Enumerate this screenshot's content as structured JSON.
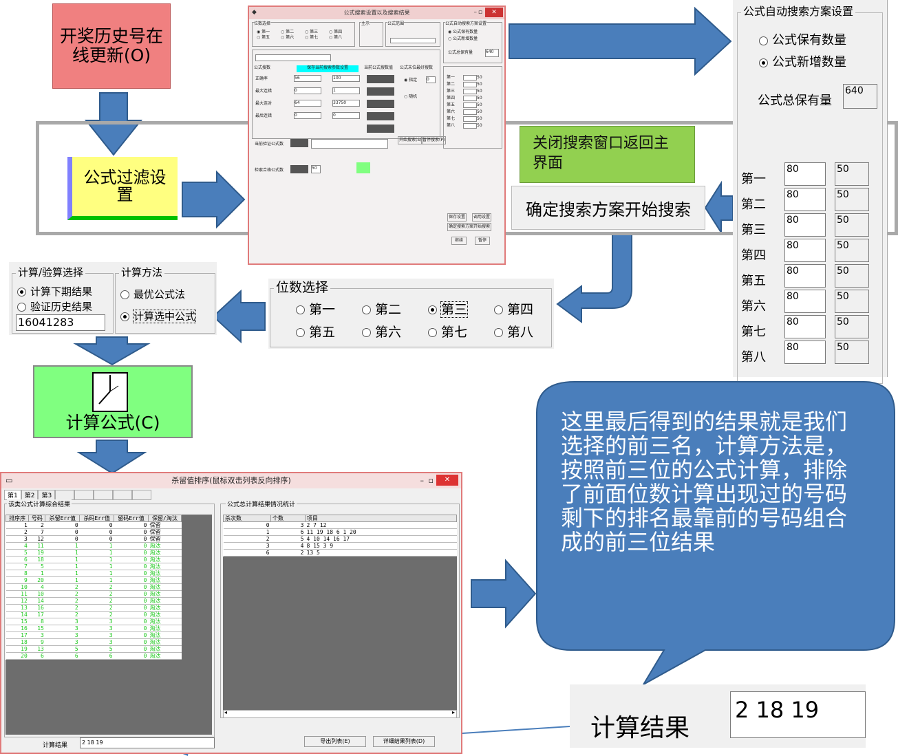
{
  "update_box": {
    "label": "开奖历史号在线更新(O)",
    "color": "#f08080"
  },
  "filter_box": {
    "label": "公式过滤设置",
    "color": "#ffff80"
  },
  "close_note": {
    "label": "关闭搜索窗口返回主界面",
    "color": "#92d050"
  },
  "confirm_button": {
    "label": "确定搜索方案开始搜索"
  },
  "compute_button": {
    "label": "计算公式(C)",
    "color": "#80ff80"
  },
  "search_window": {
    "title": "公式搜索设置以及搜索结果",
    "pos_group": "位数选择",
    "pos_options": [
      "第一",
      "第二",
      "第三",
      "第四",
      "第五",
      "第六",
      "第七",
      "第八"
    ],
    "lead_group": "主示",
    "formula_group": "公式范围",
    "param_label": "公式搜数",
    "col1_header": "保存当前搜索参数设置",
    "col2_header": "当前公式搜数值",
    "col3_header": "公式末位最好搜数",
    "rows": [
      {
        "label": "正确率",
        "from": "56",
        "to": "100"
      },
      {
        "label": "最大连错",
        "from": "0",
        "to": "1"
      },
      {
        "label": "最大连对",
        "from": "64",
        "to": "33750"
      },
      {
        "label": "最后连错",
        "from": "0",
        "to": "0"
      }
    ],
    "mode_fixed": "指定",
    "mode_fixed_val": "0",
    "mode_random": "随机",
    "auto_group": "公式自动搜索方案设置",
    "auto_keep": "公式保有数量",
    "auto_new": "公式新增数量",
    "auto_total_label": "公式总保有量",
    "auto_total_value": "640",
    "list_labels": [
      "第一",
      "第二",
      "第三",
      "第四",
      "第五",
      "第六",
      "第七",
      "第八"
    ],
    "list_values": [
      "50",
      "50",
      "50",
      "50",
      "50",
      "50",
      "50",
      "50"
    ],
    "current_count_label": "当前验证公式数",
    "check_count_label": "检索合格公式数",
    "check_count_value": "50",
    "start_btn": "开始搜索(S)",
    "pause_btn": "暂停搜索(P)",
    "save_btn": "保存设置",
    "restore_btn": "调用设置",
    "confirm_btn": "确定搜索方案开始搜索",
    "continue_btn": "继续",
    "stop_btn": "暂停"
  },
  "auto_panel": {
    "title": "公式自动搜索方案设置",
    "opt_keep": "公式保有数量",
    "opt_new": "公式新增数量",
    "total_label": "公式总保有量",
    "total_value": "640",
    "rows": [
      {
        "label": "第一",
        "a": "80",
        "b": "50"
      },
      {
        "label": "第二",
        "a": "80",
        "b": "50"
      },
      {
        "label": "第三",
        "a": "80",
        "b": "50"
      },
      {
        "label": "第四",
        "a": "80",
        "b": "50"
      },
      {
        "label": "第五",
        "a": "80",
        "b": "50"
      },
      {
        "label": "第六",
        "a": "80",
        "b": "50"
      },
      {
        "label": "第七",
        "a": "80",
        "b": "50"
      },
      {
        "label": "第八",
        "a": "80",
        "b": "50"
      }
    ]
  },
  "calc_panel": {
    "group1": "计算/验算选择",
    "opt_next": "计算下期结果",
    "opt_verify": "验证历史结果",
    "period": "16041283",
    "group2": "计算方法",
    "opt_best": "最优公式法",
    "opt_selected": "计算选中公式"
  },
  "position_panel": {
    "title": "位数选择",
    "options": [
      "第一",
      "第二",
      "第三",
      "第四",
      "第五",
      "第六",
      "第七",
      "第八"
    ],
    "selected": "第三"
  },
  "bubble": {
    "text": "这里最后得到的结果就是我们选择的前三名，计算方法是，按照前三位的公式计算，排除了前面位数计算出现过的号码剩下的排名最靠前的号码组合成的前三位结果",
    "color": "#4a7ebb"
  },
  "result_zoom": {
    "label": "计算结果",
    "value": "2 18 19"
  },
  "result_window": {
    "title": "杀留值排序(鼠标双击列表反向排序)",
    "tabs": [
      "第1",
      "第2",
      "第3"
    ],
    "left_group": "该类公式计算综合结果",
    "left_headers": [
      "排序序",
      "号码",
      "杀留Err值",
      "杀码Err值",
      "留码Err值",
      "保留/淘汰"
    ],
    "left_rows": [
      [
        "1",
        "2",
        "0",
        "0",
        "0",
        "保留"
      ],
      [
        "2",
        "7",
        "0",
        "0",
        "0",
        "保留"
      ],
      [
        "3",
        "12",
        "0",
        "0",
        "0",
        "保留"
      ],
      [
        "4",
        "11",
        "1",
        "1",
        "0",
        "淘汰"
      ],
      [
        "5",
        "19",
        "1",
        "1",
        "0",
        "淘汰"
      ],
      [
        "6",
        "18",
        "1",
        "1",
        "0",
        "淘汰"
      ],
      [
        "7",
        "5",
        "1",
        "1",
        "0",
        "淘汰"
      ],
      [
        "8",
        "1",
        "1",
        "1",
        "0",
        "淘汰"
      ],
      [
        "9",
        "20",
        "1",
        "1",
        "0",
        "淘汰"
      ],
      [
        "10",
        "4",
        "2",
        "2",
        "0",
        "淘汰"
      ],
      [
        "11",
        "10",
        "2",
        "2",
        "0",
        "淘汰"
      ],
      [
        "12",
        "14",
        "2",
        "2",
        "0",
        "淘汰"
      ],
      [
        "13",
        "16",
        "2",
        "2",
        "0",
        "淘汰"
      ],
      [
        "14",
        "17",
        "2",
        "2",
        "0",
        "淘汰"
      ],
      [
        "15",
        "8",
        "3",
        "3",
        "0",
        "淘汰"
      ],
      [
        "16",
        "15",
        "3",
        "3",
        "0",
        "淘汰"
      ],
      [
        "17",
        "3",
        "3",
        "3",
        "0",
        "淘汰"
      ],
      [
        "18",
        "9",
        "3",
        "3",
        "0",
        "淘汰"
      ],
      [
        "19",
        "13",
        "5",
        "5",
        "0",
        "淘汰"
      ],
      [
        "20",
        "6",
        "6",
        "6",
        "0",
        "淘汰"
      ]
    ],
    "right_group": "公式总计算结果情况统计",
    "right_headers": [
      "杀次数",
      "个数",
      "项目"
    ],
    "right_rows": [
      [
        "0",
        "3",
        "2 7 12"
      ],
      [
        "1",
        "6",
        "11 19 18 6 1 20"
      ],
      [
        "2",
        "5",
        "4 10 14 16 17"
      ],
      [
        "3",
        "4",
        "8 15 3 9"
      ],
      [
        "6",
        "2",
        "13 5"
      ]
    ],
    "result_label": "计算结果",
    "result_value": "2 18 19",
    "export_btn": "导出列表(E)",
    "detail_btn": "详细结果列表(D)"
  }
}
